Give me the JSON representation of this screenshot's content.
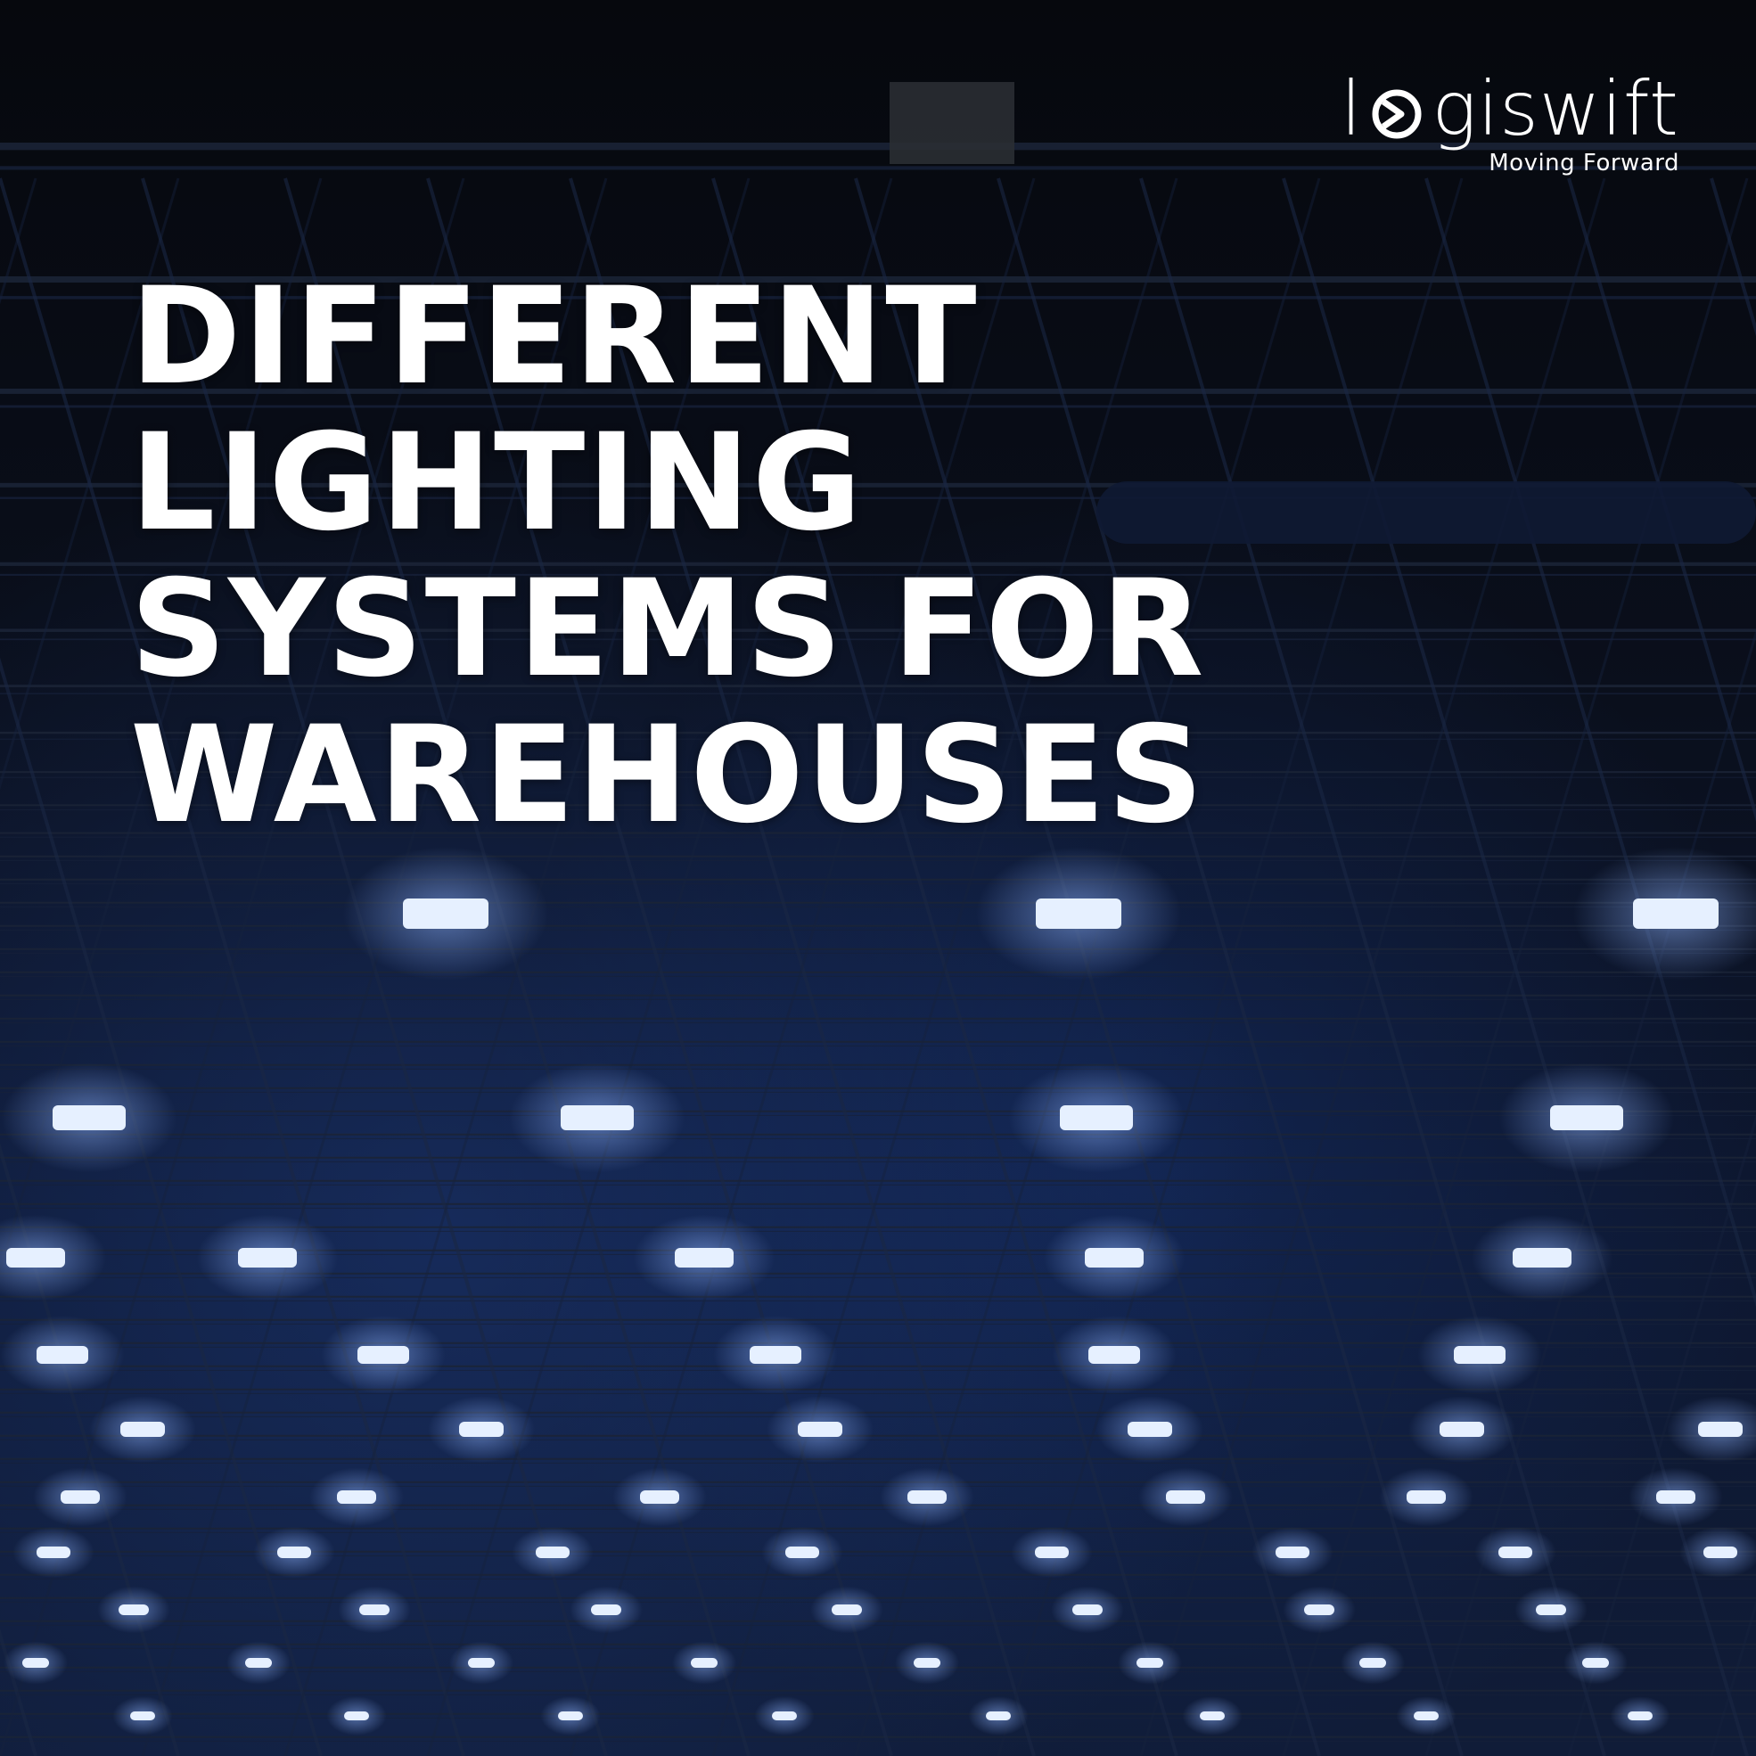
{
  "brand": {
    "name_part1": "l",
    "name_part2": "giswift",
    "tagline": "Moving Forward"
  },
  "headline": {
    "lines": [
      "DIFFERENT",
      "LIGHTING",
      "SYSTEMS FOR",
      "WAREHOUSES"
    ]
  },
  "colors": {
    "text": "#ffffff",
    "background": "#05070c",
    "light": "#e6f0ff",
    "glow": "#3a6bd6"
  }
}
